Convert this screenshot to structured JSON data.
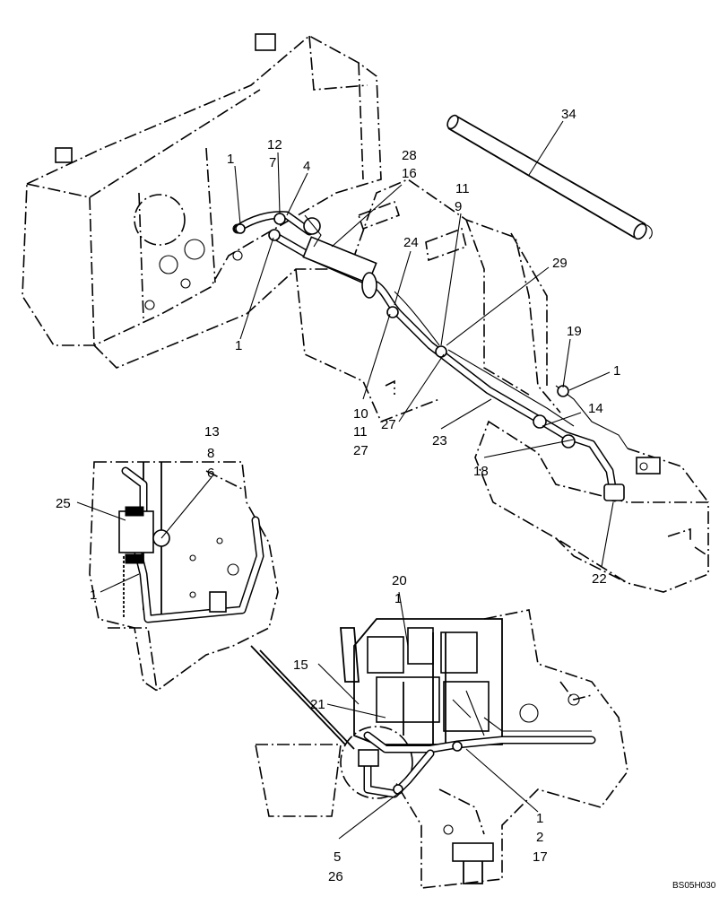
{
  "figure": {
    "reference_code": "BS05H030",
    "callouts": [
      {
        "id": "c34",
        "text": "34"
      },
      {
        "id": "c28",
        "text": "28"
      },
      {
        "id": "c16",
        "text": "16"
      },
      {
        "id": "c12",
        "text": "12"
      },
      {
        "id": "c7",
        "text": "7"
      },
      {
        "id": "c1a",
        "text": "1"
      },
      {
        "id": "c4",
        "text": "4"
      },
      {
        "id": "c11a",
        "text": "11"
      },
      {
        "id": "c9",
        "text": "9"
      },
      {
        "id": "c24",
        "text": "24"
      },
      {
        "id": "c29",
        "text": "29"
      },
      {
        "id": "c1b",
        "text": "1"
      },
      {
        "id": "c19",
        "text": "19"
      },
      {
        "id": "c1c",
        "text": "1"
      },
      {
        "id": "c14",
        "text": "14"
      },
      {
        "id": "c10",
        "text": "10"
      },
      {
        "id": "c11b",
        "text": "11"
      },
      {
        "id": "c27a",
        "text": "27"
      },
      {
        "id": "c27b",
        "text": "27"
      },
      {
        "id": "c23",
        "text": "23"
      },
      {
        "id": "c18",
        "text": "18"
      },
      {
        "id": "c22",
        "text": "22"
      },
      {
        "id": "c13",
        "text": "13"
      },
      {
        "id": "c8",
        "text": "8"
      },
      {
        "id": "c6",
        "text": "6"
      },
      {
        "id": "c25",
        "text": "25"
      },
      {
        "id": "c1d",
        "text": "1"
      },
      {
        "id": "c20",
        "text": "20"
      },
      {
        "id": "c1e",
        "text": "1"
      },
      {
        "id": "c15",
        "text": "15"
      },
      {
        "id": "c21",
        "text": "21"
      },
      {
        "id": "c1f",
        "text": "1"
      },
      {
        "id": "c2",
        "text": "2"
      },
      {
        "id": "c17",
        "text": "17"
      },
      {
        "id": "c5",
        "text": "5"
      },
      {
        "id": "c26",
        "text": "26"
      }
    ]
  }
}
